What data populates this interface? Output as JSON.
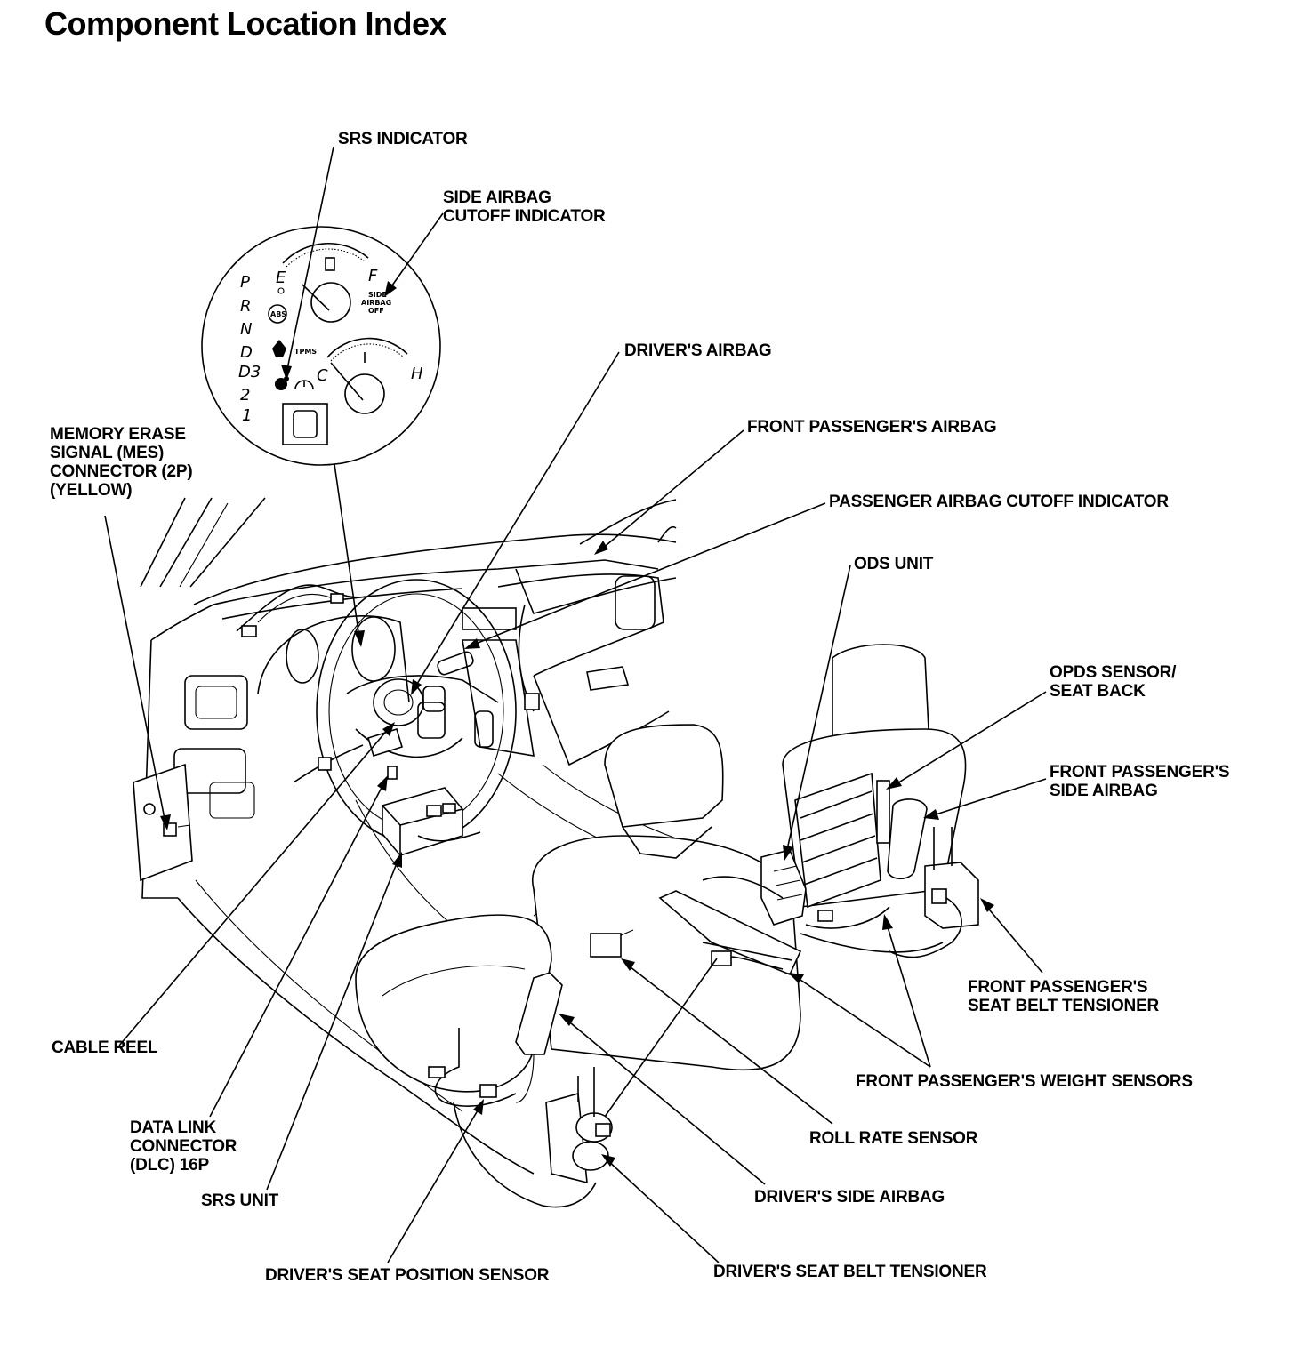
{
  "title": "Component Location Index",
  "labels": {
    "srs_indicator": [
      "SRS INDICATOR"
    ],
    "side_airbag_cutoff_indicator": [
      "SIDE AIRBAG",
      "CUTOFF INDICATOR"
    ],
    "drivers_airbag": [
      "DRIVER'S AIRBAG"
    ],
    "front_passengers_airbag": [
      "FRONT PASSENGER'S AIRBAG"
    ],
    "passenger_airbag_cutoff_indicator": [
      "PASSENGER AIRBAG CUTOFF INDICATOR"
    ],
    "ods_unit": [
      "ODS UNIT"
    ],
    "opds_sensor_seat_back": [
      "OPDS SENSOR/",
      "SEAT BACK"
    ],
    "front_passengers_side_airbag": [
      "FRONT PASSENGER'S",
      "SIDE AIRBAG"
    ],
    "mes_connector": [
      "MEMORY ERASE",
      "SIGNAL (MES)",
      "CONNECTOR (2P)",
      "(YELLOW)"
    ],
    "front_passengers_seat_belt_tensioner": [
      "FRONT PASSENGER'S",
      "SEAT BELT TENSIONER"
    ],
    "front_passengers_weight_sensors": [
      "FRONT PASSENGER'S WEIGHT SENSORS"
    ],
    "roll_rate_sensor": [
      "ROLL RATE SENSOR"
    ],
    "cable_reel": [
      "CABLE REEL"
    ],
    "data_link_connector": [
      "DATA LINK",
      "CONNECTOR",
      "(DLC) 16P"
    ],
    "srs_unit": [
      "SRS UNIT"
    ],
    "drivers_side_airbag": [
      "DRIVER'S SIDE AIRBAG"
    ],
    "drivers_seat_belt_tensioner": [
      "DRIVER'S SEAT BELT TENSIONER"
    ],
    "drivers_seat_position_sensor": [
      "DRIVER'S SEAT POSITION SENSOR"
    ]
  },
  "gauge": {
    "gear_positions": [
      "P",
      "R",
      "N",
      "D",
      "D3",
      "2",
      "1"
    ],
    "fuel_empty": "E",
    "fuel_full": "F",
    "temp_cold": "C",
    "temp_hot": "H",
    "abs_text": "ABS",
    "tpms_text": "TPMS",
    "side_airbag_off_text": [
      "SIDE",
      "AIRBAG",
      "OFF"
    ]
  }
}
